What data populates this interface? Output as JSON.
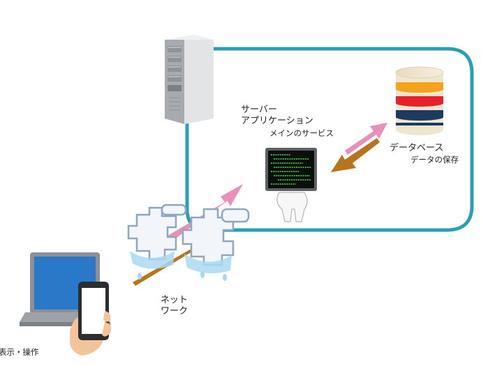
{
  "labels": {
    "server_app_line1": "サーバー",
    "server_app_line2": "アプリケーション",
    "server_services": "メインのサービス",
    "database": "データベース",
    "database_sub": "データの保存",
    "network_line1": "ネット",
    "network_line2": "ワーク",
    "client": "表示・操作"
  },
  "colors": {
    "loop_line": "#2aa1b3",
    "arrow_up": "#ea8fb8",
    "arrow_down": "#b8741a",
    "db_orange": "#f5a21d",
    "db_red": "#e8202a",
    "db_navy": "#1e3a5f",
    "terminal_text": "#49e35b",
    "laptop_screen": "#2a78c8"
  }
}
